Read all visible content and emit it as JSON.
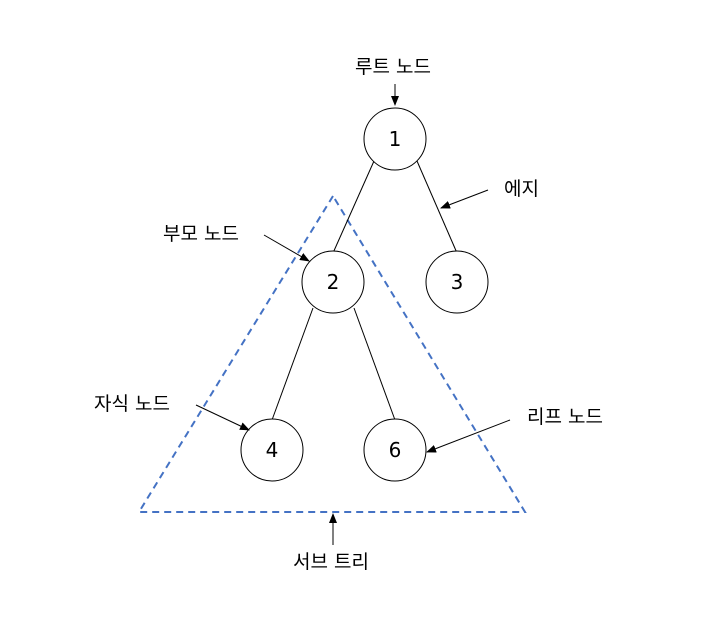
{
  "colors": {
    "subtree_outline": "#4472C4",
    "stroke": "#000000",
    "node_fill": "#ffffff"
  },
  "nodes": {
    "n1": "1",
    "n2": "2",
    "n3": "3",
    "n4": "4",
    "n6": "6"
  },
  "labels": {
    "root_node": "루트 노드",
    "edge": "에지",
    "parent_node": "부모 노드",
    "child_node": "자식 노드",
    "leaf_node": "리프 노드",
    "subtree": "서브 트리"
  }
}
